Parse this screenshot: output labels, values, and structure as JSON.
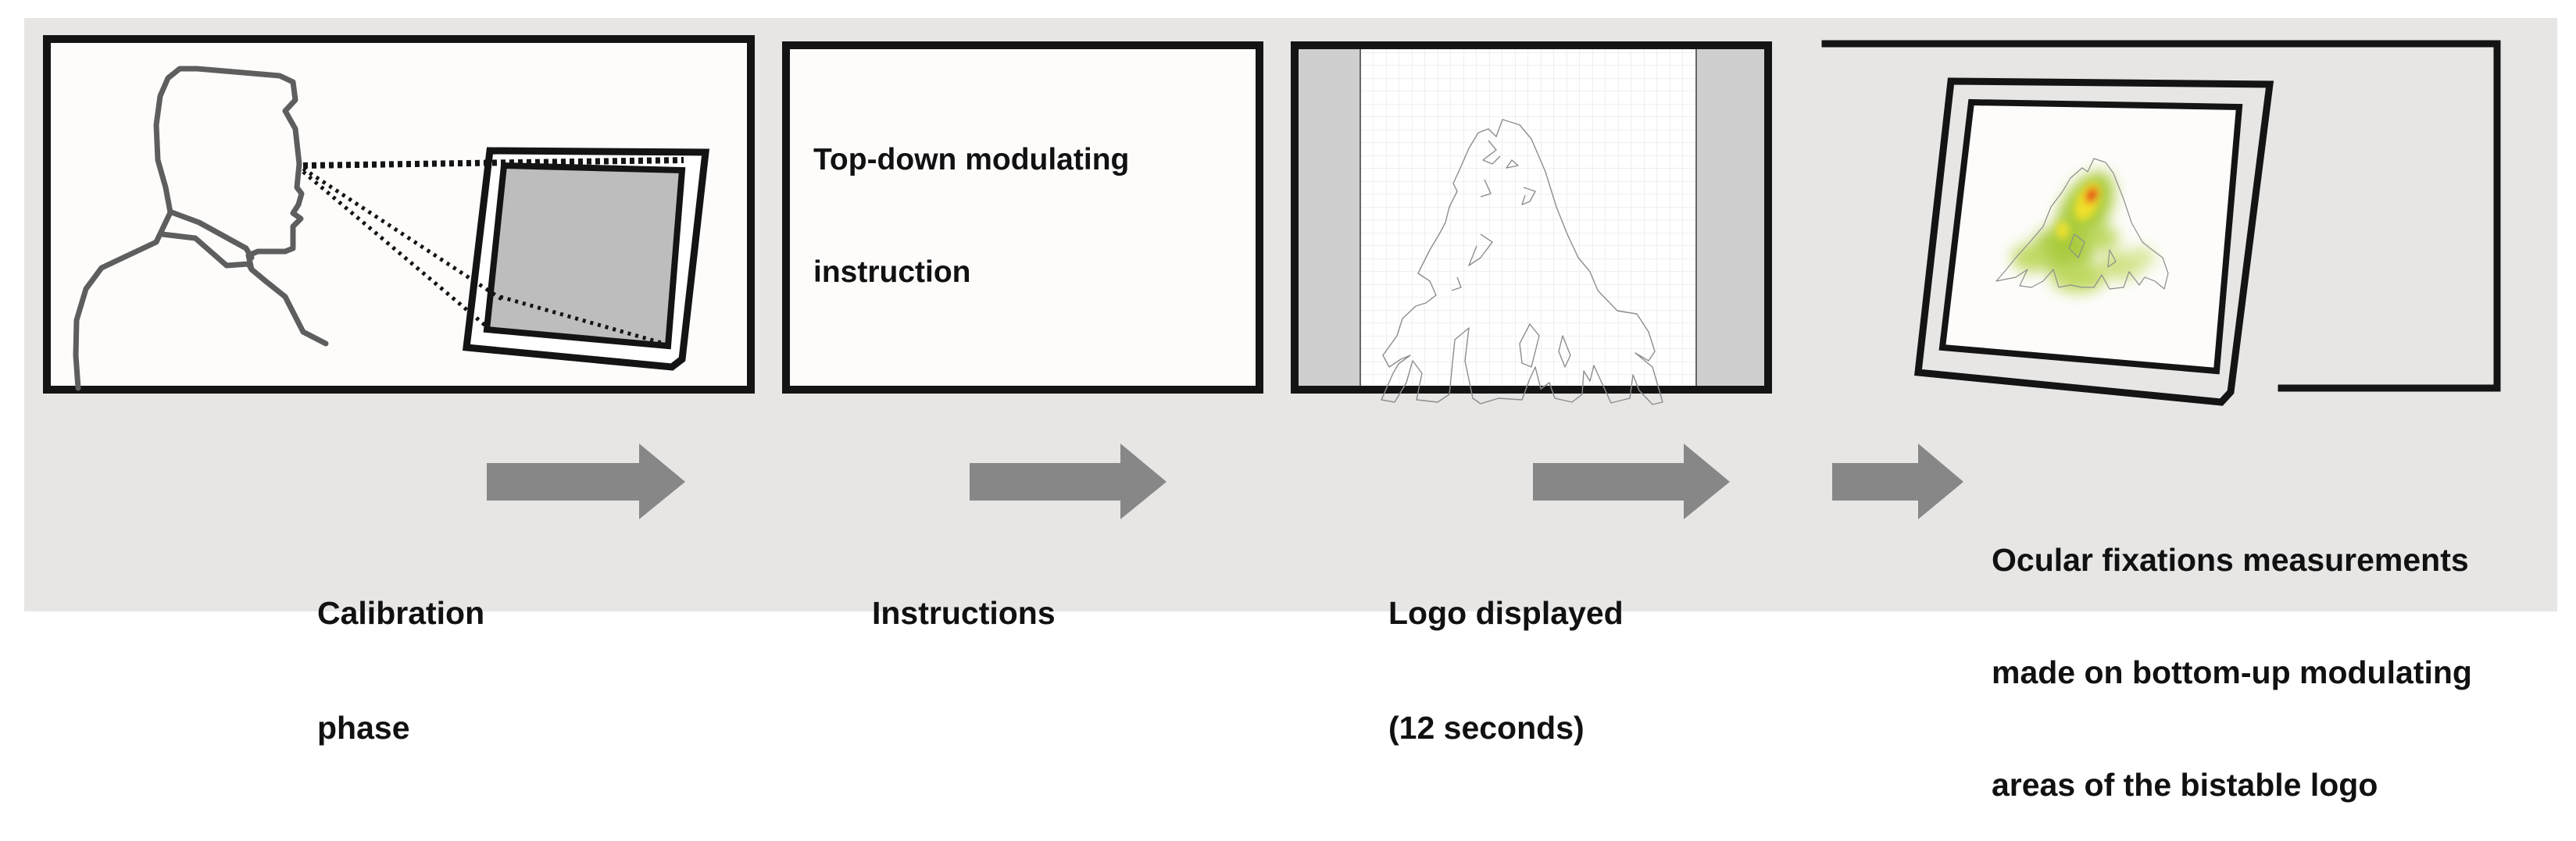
{
  "figure": {
    "background_color": "#e7e6e5",
    "arrow_color": "#878787",
    "frame_color": "#141414",
    "silhouette_color": "#5e5e5e"
  },
  "panels": [
    {
      "id": "calibration",
      "illustration": "person-looking-at-monitor",
      "caption_lines": [
        "Calibration",
        "phase"
      ]
    },
    {
      "id": "instructions",
      "screen_text_lines": [
        "Top-down modulating",
        "instruction"
      ],
      "caption_lines": [
        "Instructions"
      ]
    },
    {
      "id": "logo",
      "illustration": "mountain-logo-on-grid",
      "caption_lines": [
        "Logo displayed",
        "(12 seconds)"
      ]
    },
    {
      "id": "fixations",
      "illustration": "fixation-heatmap-on-logo",
      "caption_lines": [
        "Ocular fixations measurements",
        "made on bottom-up modulating",
        "areas of the bistable logo"
      ]
    }
  ],
  "heatmap": {
    "colors": [
      "#9bc31a",
      "#f0e12c",
      "#e61e14"
    ]
  }
}
